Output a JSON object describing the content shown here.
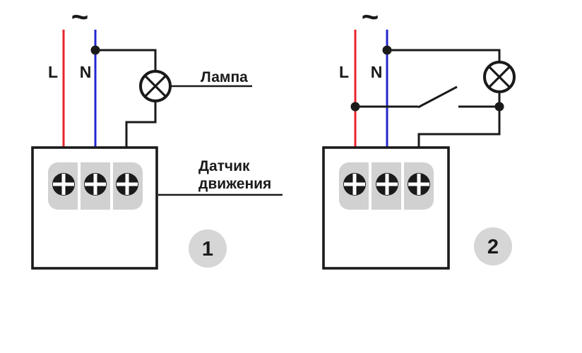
{
  "colors": {
    "background": "#ffffff",
    "wire": "#1a1a1a",
    "live": "#e8232b",
    "neutral": "#2427cf",
    "terminal": "#d1d1d1",
    "badge": "#d6d6d6",
    "text": "#1a1a1a"
  },
  "diagrams": [
    {
      "badge": "1",
      "ac_symbol": "~",
      "live_label": "L",
      "neutral_label": "N",
      "lamp_label": "Лампа",
      "sensor_label_line1": "Датчик",
      "sensor_label_line2": "движения"
    },
    {
      "badge": "2",
      "ac_symbol": "~",
      "live_label": "L",
      "neutral_label": "N"
    }
  ]
}
